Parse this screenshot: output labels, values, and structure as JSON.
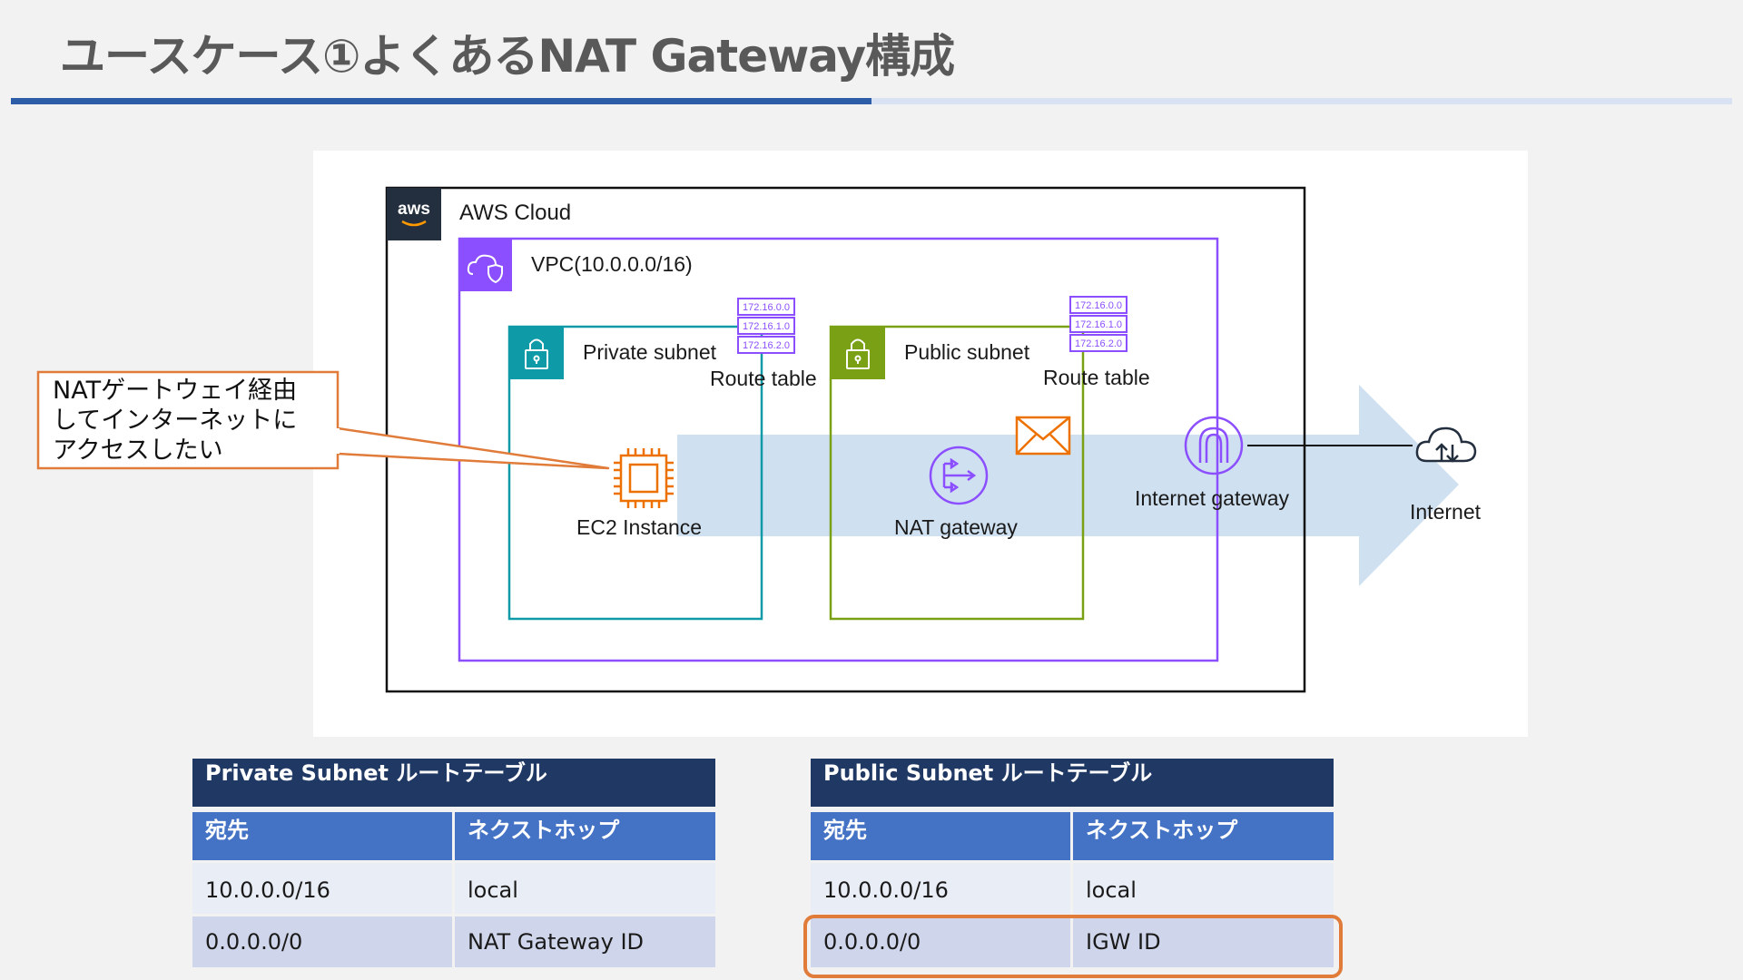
{
  "slide": {
    "title": "ユースケース①よくあるNAT Gateway構成"
  },
  "diagram": {
    "aws_cloud_label": "AWS Cloud",
    "aws_logo_text": "aws",
    "vpc_label": "VPC(10.0.0.0/16)",
    "private_subnet_label": "Private subnet",
    "public_subnet_label": "Public subnet",
    "route_table_label": "Route table",
    "route_table_rows": [
      "172.16.0.0",
      "172.16.1.0",
      "172.16.2.0"
    ],
    "ec2_label": "EC2 Instance",
    "nat_label": "NAT gateway",
    "igw_label": "Internet gateway",
    "internet_label": "Internet",
    "callout_lines": [
      "NATゲートウェイ経由",
      "してインターネットに",
      "アクセスしたい"
    ],
    "colors": {
      "private": "#0e9aa7",
      "public": "#7aa116",
      "vpc": "#8c4fff",
      "ec2": "#ed7100",
      "arrow": "#cfe0f1"
    }
  },
  "tables": {
    "private": {
      "title": "Private Subnet ルートテーブル",
      "headers": [
        "宛先",
        "ネクストホップ"
      ],
      "rows": [
        [
          "10.0.0.0/16",
          "local"
        ],
        [
          "0.0.0.0/0",
          "NAT Gateway ID"
        ]
      ]
    },
    "public": {
      "title": "Public Subnet ルートテーブル",
      "headers": [
        "宛先",
        "ネクストホップ"
      ],
      "rows": [
        [
          "10.0.0.0/16",
          "local"
        ],
        [
          "0.0.0.0/0",
          "IGW ID"
        ]
      ]
    }
  }
}
